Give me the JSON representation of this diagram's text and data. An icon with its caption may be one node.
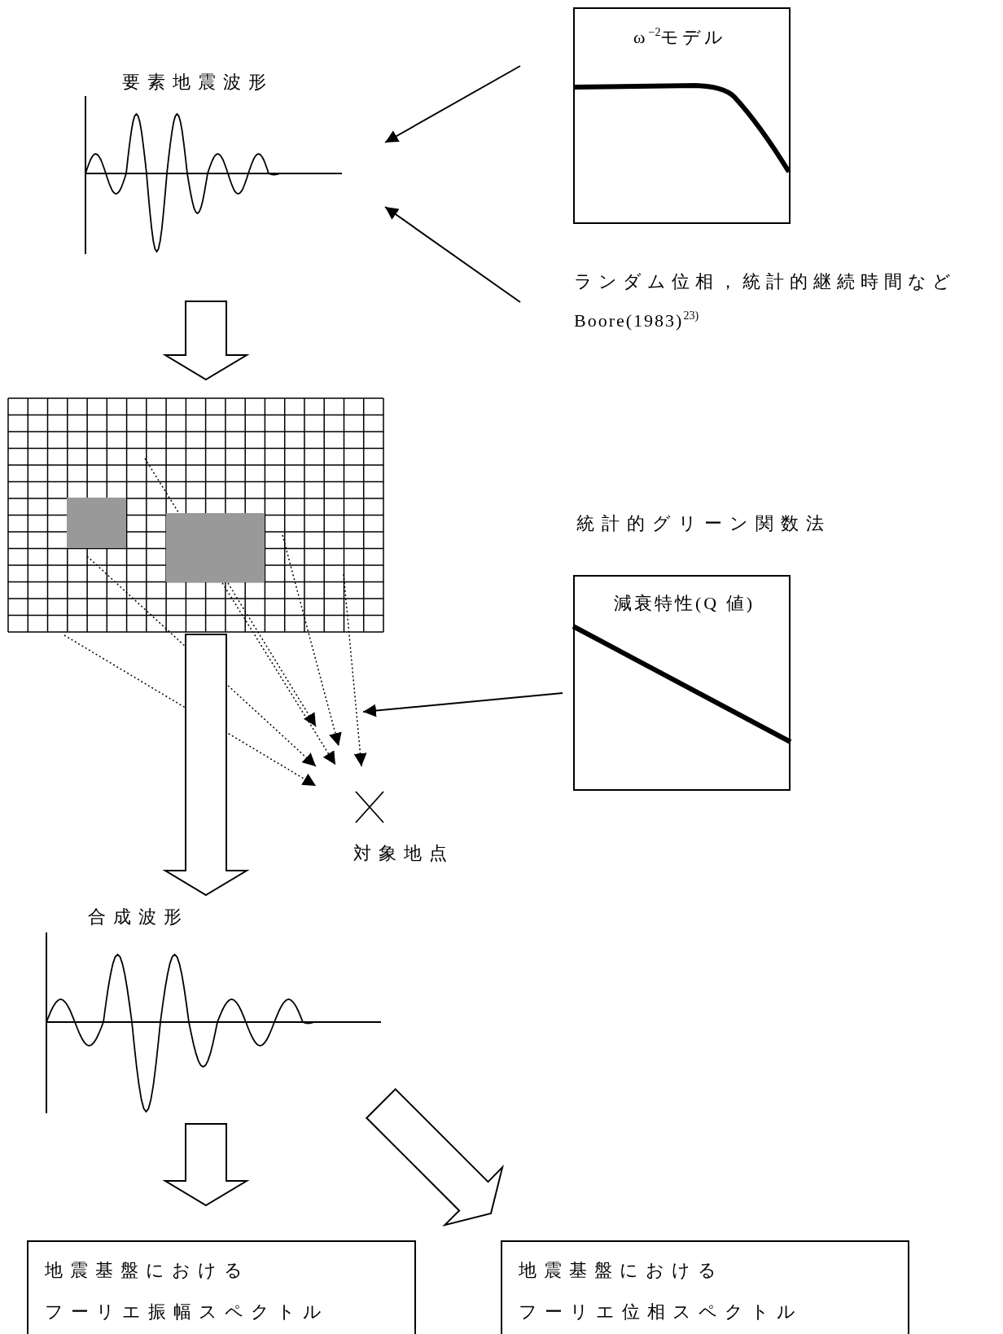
{
  "diagram": {
    "nodes": [
      {
        "text": [
          "要素地震波形"
        ]
      },
      {
        "text": [
          "ω$^{−2}$モデル"
        ]
      },
      {
        "text": [
          "ランダム位相，統計的継続時間など",
          "Boore(1983)$^{23)}$"
        ]
      },
      {
        "text": [],
        "shape": "picture"
      },
      {
        "text": [
          "対象地点"
        ]
      },
      {
        "text": [
          "減衰特性(Q 値)"
        ]
      },
      {
        "text": [
          "合成波形"
        ]
      },
      {
        "text": [
          "地震基盤における",
          "フーリエ振幅スペクトル"
        ]
      },
      {
        "text": [
          "地震基盤における",
          "フーリエ位相スペクトル"
        ]
      }
    ],
    "edges": [
      {
        "from": 1,
        "to": 0,
        "arrow": "to"
      },
      {
        "from": 2,
        "to": 0,
        "arrow": "to"
      },
      {
        "from": 0,
        "to": 3,
        "arrow": "to",
        "style": "thick"
      },
      {
        "from": 3,
        "to": 4,
        "arrow": "to",
        "style": "dashed"
      },
      {
        "from": 3,
        "to": 4,
        "arrow": "to",
        "style": "dashed"
      },
      {
        "from": 3,
        "to": 4,
        "arrow": "to",
        "style": "dashed"
      },
      {
        "from": 3,
        "to": 4,
        "arrow": "to",
        "style": "dashed"
      },
      {
        "from": 3,
        "to": 4,
        "arrow": "to",
        "style": "dashed"
      },
      {
        "from": 3,
        "to": 4,
        "arrow": "to",
        "style": "dashed"
      },
      {
        "from": 5,
        "to": 4,
        "arrow": "to"
      },
      {
        "from": 3,
        "to": 6,
        "arrow": "to",
        "style": "thick"
      },
      {
        "from": 6,
        "to": 7,
        "arrow": "to",
        "style": "thick"
      },
      {
        "from": 6,
        "to": 8,
        "arrow": "to",
        "style": "thick"
      }
    ],
    "labels": [
      "統計的グリーン関数法"
    ]
  }
}
